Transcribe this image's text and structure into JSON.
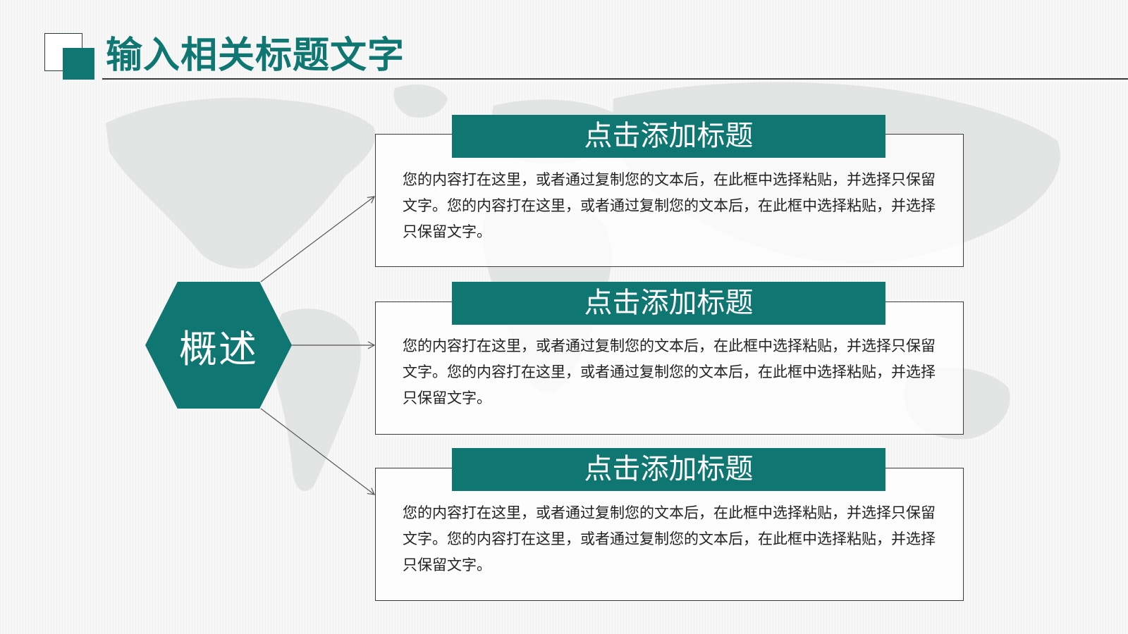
{
  "slide": {
    "title": "输入相关标题文字",
    "center_label": "概述"
  },
  "cards": [
    {
      "heading": "点击添加标题",
      "body": "您的内容打在这里，或者通过复制您的文本后，在此框中选择粘贴，并选择只保留文字。您的内容打在这里，或者通过复制您的文本后，在此框中选择粘贴，并选择只保留文字。"
    },
    {
      "heading": "点击添加标题",
      "body": "您的内容打在这里，或者通过复制您的文本后，在此框中选择粘贴，并选择只保留文字。您的内容打在这里，或者通过复制您的文本后，在此框中选择粘贴，并选择只保留文字。"
    },
    {
      "heading": "点击添加标题",
      "body": "您的内容打在这里，或者通过复制您的文本后，在此框中选择粘贴，并选择只保留文字。您的内容打在这里，或者通过复制您的文本后，在此框中选择粘贴，并选择只保留文字。"
    }
  ],
  "colors": {
    "accent": "#0f7672",
    "outline": "#3a3a3a",
    "map": "#dcdfdd",
    "background": "#f6f7f6"
  }
}
